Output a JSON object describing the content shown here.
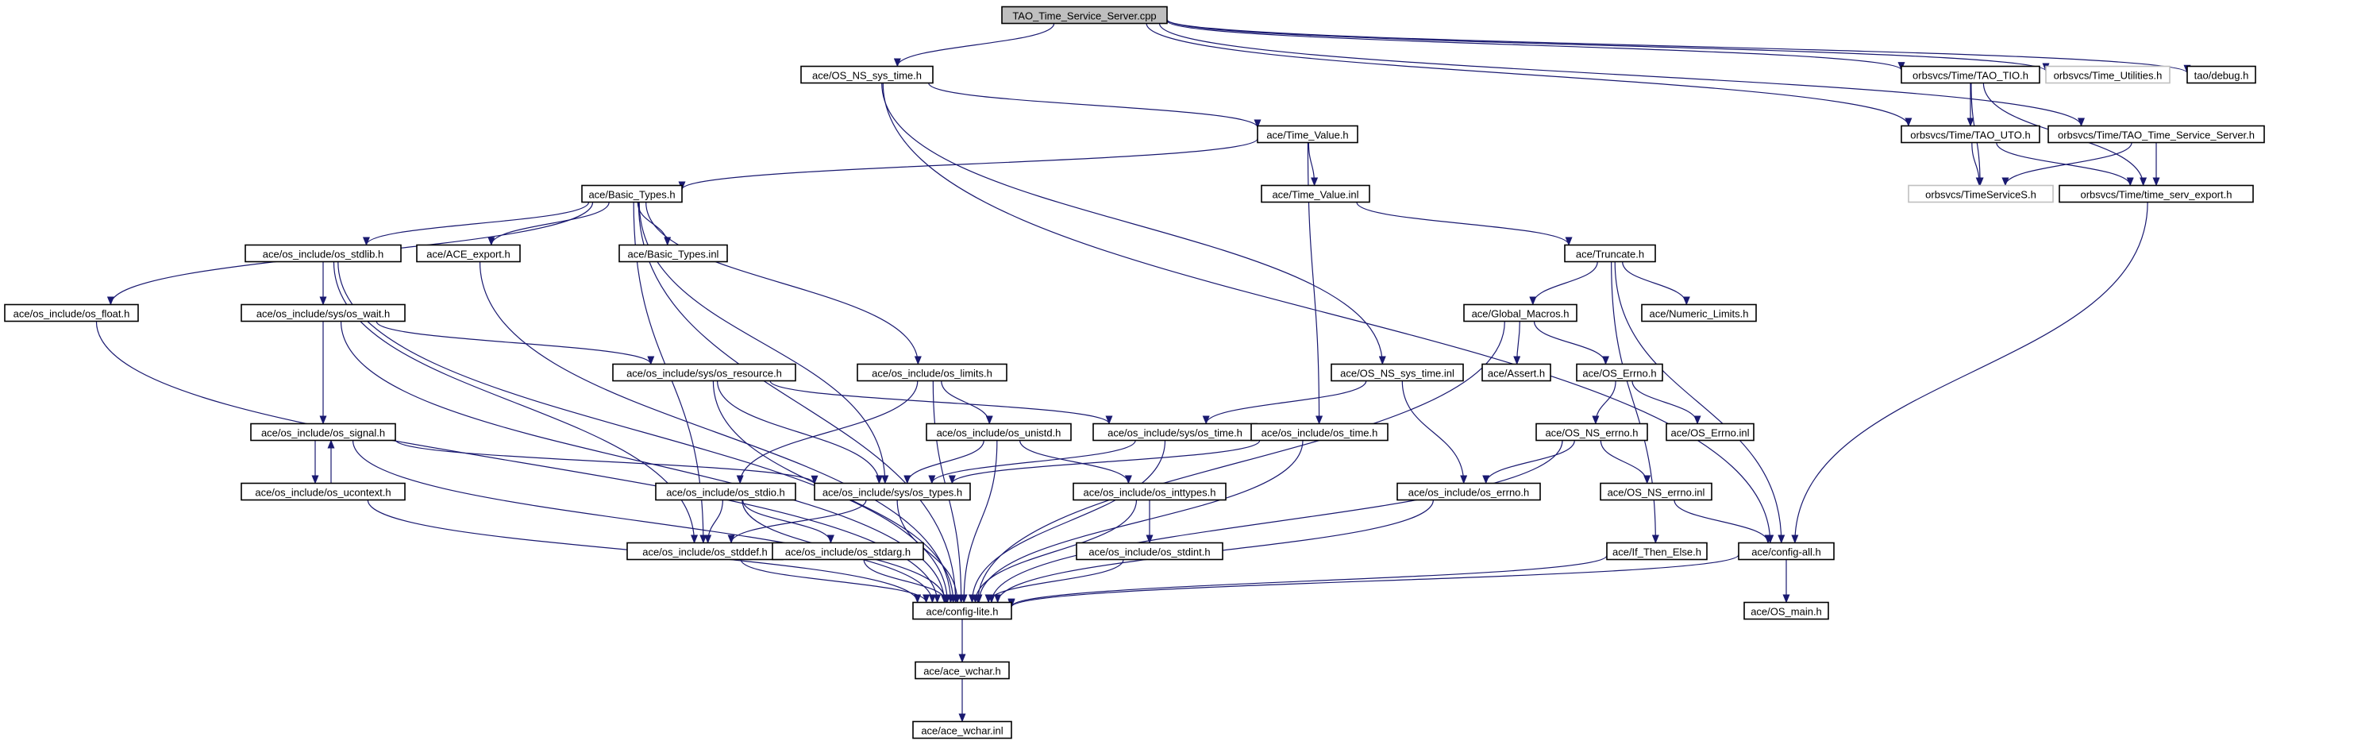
{
  "graph": {
    "edge_color": "#191970",
    "root_fill": "#bfbfbf",
    "external_border": "#bfbfbf",
    "nodes": [
      {
        "id": "root",
        "label": "TAO_Time_Service_Server.cpp",
        "kind": "root"
      },
      {
        "id": "os_ns_sys_time_h",
        "label": "ace/OS_NS_sys_time.h"
      },
      {
        "id": "tao_tio_h",
        "label": "orbsvcs/Time/TAO_TIO.h"
      },
      {
        "id": "time_utilities_h",
        "label": "orbsvcs/Time_Utilities.h",
        "kind": "external"
      },
      {
        "id": "debug_h",
        "label": "tao/debug.h"
      },
      {
        "id": "time_value_h",
        "label": "ace/Time_Value.h"
      },
      {
        "id": "tao_uto_h",
        "label": "orbsvcs/Time/TAO_UTO.h"
      },
      {
        "id": "tts_server_h",
        "label": "orbsvcs/Time/TAO_Time_Service_Server.h"
      },
      {
        "id": "basic_types_h",
        "label": "ace/Basic_Types.h"
      },
      {
        "id": "time_value_inl",
        "label": "ace/Time_Value.inl"
      },
      {
        "id": "timeservices_h",
        "label": "orbsvcs/TimeServiceS.h",
        "kind": "external"
      },
      {
        "id": "time_serv_export_h",
        "label": "orbsvcs/Time/time_serv_export.h"
      },
      {
        "id": "os_stdlib_h",
        "label": "ace/os_include/os_stdlib.h"
      },
      {
        "id": "ace_export_h",
        "label": "ace/ACE_export.h"
      },
      {
        "id": "basic_types_inl",
        "label": "ace/Basic_Types.inl"
      },
      {
        "id": "truncate_h",
        "label": "ace/Truncate.h"
      },
      {
        "id": "os_float_h",
        "label": "ace/os_include/os_float.h"
      },
      {
        "id": "os_wait_h",
        "label": "ace/os_include/sys/os_wait.h"
      },
      {
        "id": "global_macros_h",
        "label": "ace/Global_Macros.h"
      },
      {
        "id": "numeric_limits_h",
        "label": "ace/Numeric_Limits.h"
      },
      {
        "id": "os_resource_h",
        "label": "ace/os_include/sys/os_resource.h"
      },
      {
        "id": "os_limits_h",
        "label": "ace/os_include/os_limits.h"
      },
      {
        "id": "os_ns_sys_time_inl",
        "label": "ace/OS_NS_sys_time.inl"
      },
      {
        "id": "assert_h",
        "label": "ace/Assert.h"
      },
      {
        "id": "os_errno_h_ace",
        "label": "ace/OS_Errno.h"
      },
      {
        "id": "os_signal_h",
        "label": "ace/os_include/os_signal.h"
      },
      {
        "id": "os_unistd_h",
        "label": "ace/os_include/os_unistd.h"
      },
      {
        "id": "os_sys_time_h",
        "label": "ace/os_include/sys/os_time.h"
      },
      {
        "id": "os_time_h",
        "label": "ace/os_include/os_time.h"
      },
      {
        "id": "os_ns_errno_h",
        "label": "ace/OS_NS_errno.h"
      },
      {
        "id": "os_errno_inl",
        "label": "ace/OS_Errno.inl"
      },
      {
        "id": "os_ucontext_h",
        "label": "ace/os_include/os_ucontext.h"
      },
      {
        "id": "os_stdio_h",
        "label": "ace/os_include/os_stdio.h"
      },
      {
        "id": "os_types_h",
        "label": "ace/os_include/sys/os_types.h"
      },
      {
        "id": "os_inttypes_h",
        "label": "ace/os_include/os_inttypes.h"
      },
      {
        "id": "os_include_errno_h",
        "label": "ace/os_include/os_errno.h"
      },
      {
        "id": "os_ns_errno_inl",
        "label": "ace/OS_NS_errno.inl"
      },
      {
        "id": "os_stddef_h",
        "label": "ace/os_include/os_stddef.h"
      },
      {
        "id": "os_stdarg_h",
        "label": "ace/os_include/os_stdarg.h"
      },
      {
        "id": "os_stdint_h",
        "label": "ace/os_include/os_stdint.h"
      },
      {
        "id": "if_then_else_h",
        "label": "ace/If_Then_Else.h"
      },
      {
        "id": "config_all_h",
        "label": "ace/config-all.h"
      },
      {
        "id": "config_lite_h",
        "label": "ace/config-lite.h"
      },
      {
        "id": "os_main_h",
        "label": "ace/OS_main.h"
      },
      {
        "id": "ace_wchar_h",
        "label": "ace/ace_wchar.h"
      },
      {
        "id": "ace_wchar_inl",
        "label": "ace/ace_wchar.inl"
      }
    ],
    "edges": [
      [
        "root",
        "os_ns_sys_time_h"
      ],
      [
        "root",
        "tao_tio_h"
      ],
      [
        "root",
        "time_utilities_h"
      ],
      [
        "root",
        "debug_h"
      ],
      [
        "root",
        "tao_uto_h"
      ],
      [
        "root",
        "tts_server_h"
      ],
      [
        "os_ns_sys_time_h",
        "time_value_h"
      ],
      [
        "os_ns_sys_time_h",
        "os_ns_sys_time_inl"
      ],
      [
        "os_ns_sys_time_h",
        "config_all_h"
      ],
      [
        "tao_tio_h",
        "tao_uto_h"
      ],
      [
        "tao_tio_h",
        "timeservices_h"
      ],
      [
        "tao_tio_h",
        "time_serv_export_h"
      ],
      [
        "tao_uto_h",
        "timeservices_h"
      ],
      [
        "tao_uto_h",
        "time_serv_export_h"
      ],
      [
        "tts_server_h",
        "timeservices_h"
      ],
      [
        "tts_server_h",
        "time_serv_export_h"
      ],
      [
        "time_serv_export_h",
        "config_all_h"
      ],
      [
        "time_value_h",
        "basic_types_h"
      ],
      [
        "time_value_h",
        "time_value_inl"
      ],
      [
        "time_value_h",
        "os_time_h"
      ],
      [
        "time_value_inl",
        "truncate_h"
      ],
      [
        "basic_types_h",
        "os_float_h"
      ],
      [
        "basic_types_h",
        "os_stdlib_h"
      ],
      [
        "basic_types_h",
        "ace_export_h"
      ],
      [
        "basic_types_h",
        "basic_types_inl"
      ],
      [
        "basic_types_h",
        "os_limits_h"
      ],
      [
        "basic_types_h",
        "os_types_h"
      ],
      [
        "basic_types_h",
        "os_stddef_h"
      ],
      [
        "basic_types_h",
        "config_lite_h"
      ],
      [
        "os_stdlib_h",
        "os_wait_h"
      ],
      [
        "os_stdlib_h",
        "os_stddef_h"
      ],
      [
        "os_stdlib_h",
        "config_lite_h"
      ],
      [
        "ace_export_h",
        "config_lite_h"
      ],
      [
        "os_float_h",
        "config_lite_h"
      ],
      [
        "os_wait_h",
        "os_signal_h"
      ],
      [
        "os_wait_h",
        "os_resource_h"
      ],
      [
        "os_wait_h",
        "config_lite_h"
      ],
      [
        "os_resource_h",
        "os_sys_time_h"
      ],
      [
        "os_resource_h",
        "os_types_h"
      ],
      [
        "os_resource_h",
        "config_lite_h"
      ],
      [
        "os_limits_h",
        "os_unistd_h"
      ],
      [
        "os_limits_h",
        "os_stdio_h"
      ],
      [
        "os_limits_h",
        "config_lite_h"
      ],
      [
        "os_signal_h",
        "os_ucontext_h"
      ],
      [
        "os_signal_h",
        "os_types_h"
      ],
      [
        "os_signal_h",
        "config_lite_h"
      ],
      [
        "os_ucontext_h",
        "os_signal_h"
      ],
      [
        "os_ucontext_h",
        "config_lite_h"
      ],
      [
        "os_unistd_h",
        "os_types_h"
      ],
      [
        "os_unistd_h",
        "os_inttypes_h"
      ],
      [
        "os_unistd_h",
        "config_lite_h"
      ],
      [
        "os_sys_time_h",
        "os_types_h"
      ],
      [
        "os_sys_time_h",
        "config_lite_h"
      ],
      [
        "os_time_h",
        "os_types_h"
      ],
      [
        "os_time_h",
        "config_lite_h"
      ],
      [
        "os_ns_sys_time_inl",
        "os_sys_time_h"
      ],
      [
        "os_ns_sys_time_inl",
        "os_include_errno_h"
      ],
      [
        "os_stdio_h",
        "os_stddef_h"
      ],
      [
        "os_stdio_h",
        "os_stdarg_h"
      ],
      [
        "os_stdio_h",
        "config_lite_h"
      ],
      [
        "os_types_h",
        "os_stddef_h"
      ],
      [
        "os_types_h",
        "config_lite_h"
      ],
      [
        "os_inttypes_h",
        "os_stdint_h"
      ],
      [
        "os_inttypes_h",
        "config_lite_h"
      ],
      [
        "os_stdint_h",
        "config_lite_h"
      ],
      [
        "os_stddef_h",
        "config_lite_h"
      ],
      [
        "os_stdarg_h",
        "config_lite_h"
      ],
      [
        "truncate_h",
        "global_macros_h"
      ],
      [
        "truncate_h",
        "numeric_limits_h"
      ],
      [
        "truncate_h",
        "if_then_else_h"
      ],
      [
        "truncate_h",
        "config_all_h"
      ],
      [
        "global_macros_h",
        "assert_h"
      ],
      [
        "global_macros_h",
        "os_errno_h_ace"
      ],
      [
        "global_macros_h",
        "config_lite_h"
      ],
      [
        "os_errno_h_ace",
        "os_ns_errno_h"
      ],
      [
        "os_errno_h_ace",
        "os_errno_inl"
      ],
      [
        "os_ns_errno_h",
        "os_include_errno_h"
      ],
      [
        "os_ns_errno_h",
        "os_ns_errno_inl"
      ],
      [
        "os_ns_errno_h",
        "config_lite_h"
      ],
      [
        "os_ns_errno_inl",
        "config_all_h"
      ],
      [
        "os_include_errno_h",
        "config_lite_h"
      ],
      [
        "if_then_else_h",
        "config_lite_h"
      ],
      [
        "config_all_h",
        "config_lite_h"
      ],
      [
        "config_all_h",
        "os_main_h"
      ],
      [
        "config_lite_h",
        "ace_wchar_h"
      ],
      [
        "ace_wchar_h",
        "ace_wchar_inl"
      ]
    ]
  }
}
